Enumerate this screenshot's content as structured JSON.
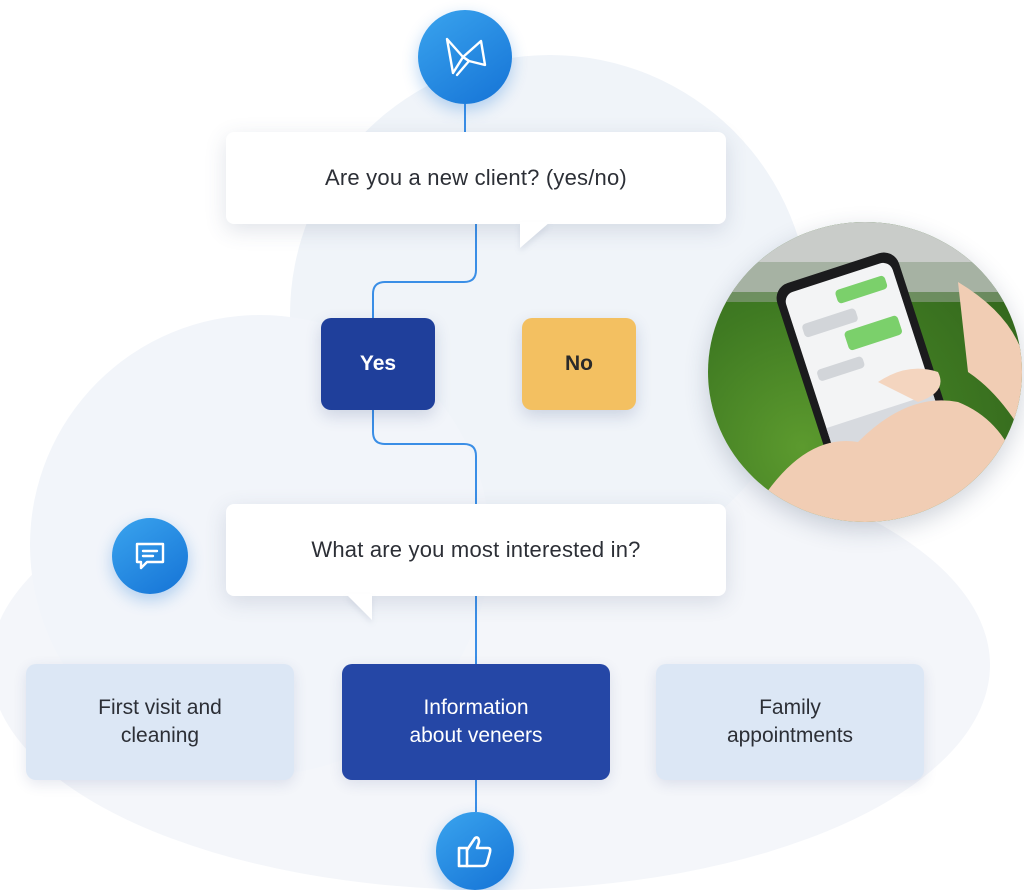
{
  "flow": {
    "question1": "Are you a new client? (yes/no)",
    "answer_yes": "Yes",
    "answer_no": "No",
    "question2": "What are you most interested in?",
    "options": [
      {
        "line1": "First visit and",
        "line2": "cleaning"
      },
      {
        "line1": "Information",
        "line2": "about veneers"
      },
      {
        "line1": "Family",
        "line2": "appointments"
      }
    ]
  },
  "icons": {
    "top": "butterfly-logo-icon",
    "side": "chat-bubble-icon",
    "bottom": "thumbs-up-icon",
    "photo": "hand-holding-phone-photo"
  },
  "colors": {
    "accent_blue": "#1573d6",
    "yes_navy": "#1f3f9b",
    "no_yellow": "#f3c061",
    "selected_option": "#2547a6",
    "option_light": "#dce7f5",
    "connector": "#3a8ee6"
  }
}
